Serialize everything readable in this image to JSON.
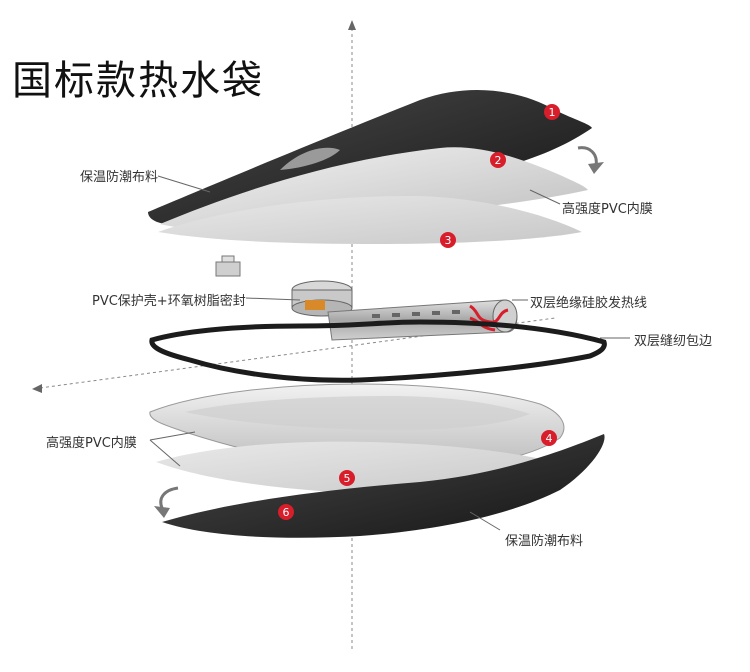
{
  "title": "国标款热水袋",
  "labels": {
    "top_fabric": "保温防潮布料",
    "top_membrane": "高强度PVC内膜",
    "shell_seal": "PVC保护壳+环氧树脂密封",
    "heating_wire": "双层绝缘硅胶发热线",
    "edge_seam": "双层缝纫包边",
    "bottom_membrane": "高强度PVC内膜",
    "bottom_fabric": "保温防潮布料"
  },
  "badges": [
    "1",
    "2",
    "3",
    "4",
    "5",
    "6"
  ],
  "colors": {
    "badge_red": "#d81e2a",
    "dark_fabric": "#2a2a2a",
    "membrane_light": "#e6e6e6"
  }
}
